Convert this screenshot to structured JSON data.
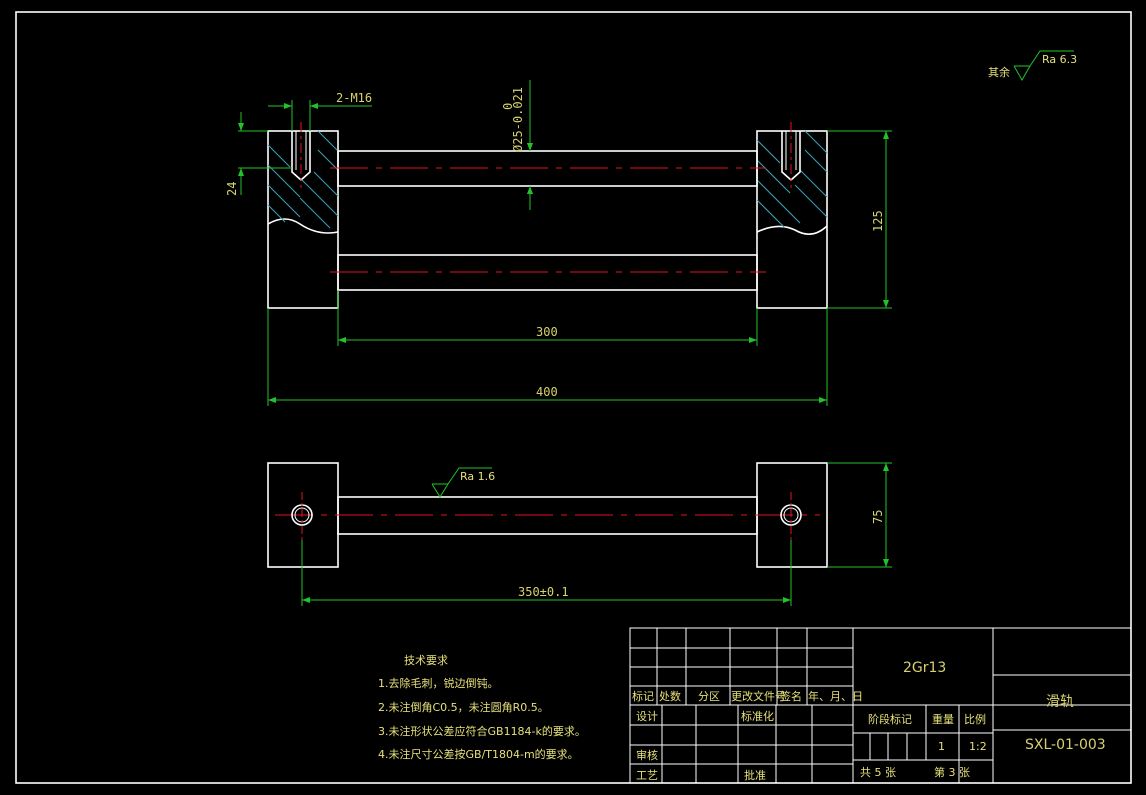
{
  "surface_note": {
    "label": "其余",
    "symbol": "Ra 6.3"
  },
  "dims": {
    "thread": "2-M16",
    "diameter": "Ø25-0.021",
    "diameter_upper": "0",
    "d24": "24",
    "d125": "125",
    "d300": "300",
    "d400": "400",
    "d75": "75",
    "d350": "350±0.1",
    "ra16": "Ra 1.6"
  },
  "tech": {
    "title": "技术要求",
    "items": [
      "1.去除毛刺，锐边倒钝。",
      "2.未注倒角C0.5，未注圆角R0.5。",
      "3.未注形状公差应符合GB1184-k的要求。",
      "4.未注尺寸公差按GB/T1804-m的要求。"
    ]
  },
  "titleblock": {
    "material": "2Gr13",
    "part_name": "滑轨",
    "drawing_no": "SXL-01-003",
    "hdr": [
      "标记",
      "处数",
      "分区",
      "更改文件号",
      "签名",
      "年、月、日"
    ],
    "design": "设计",
    "standard": "标准化",
    "review": "审核",
    "process": "工艺",
    "approve": "批准",
    "stage": "阶段标记",
    "weight": "重量",
    "scale": "比例",
    "weight_val": "1",
    "scale_val": "1:2",
    "total": "共  5  张",
    "sheet": "第  3  张"
  }
}
